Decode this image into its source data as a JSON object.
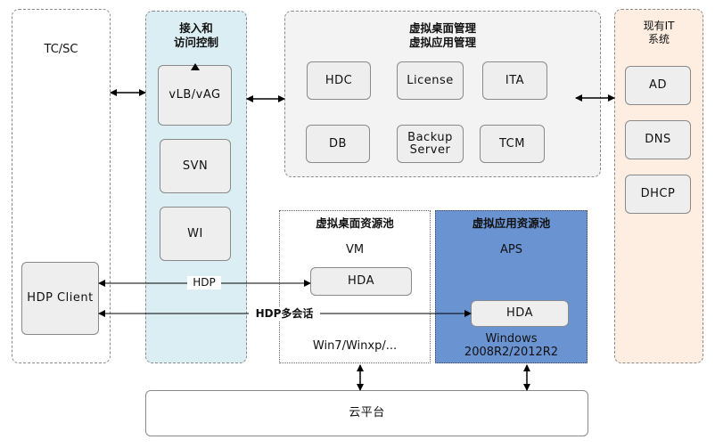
{
  "tc": {
    "title": "TC/SC",
    "client": "HDP Client"
  },
  "access": {
    "title_line1": "接入和",
    "title_line2": "访问控制",
    "items": [
      "vLB/vAG",
      "SVN",
      "WI"
    ]
  },
  "mgmt": {
    "title_line1": "虚拟桌面管理",
    "title_line2": "虚拟应用管理",
    "items": [
      "HDC",
      "License",
      "ITA",
      "DB",
      "Backup\nServer",
      "TCM"
    ]
  },
  "it": {
    "title_line1": "现有IT",
    "title_line2": "系统",
    "items": [
      "AD",
      "DNS",
      "DHCP"
    ]
  },
  "desktop_pool": {
    "title": "虚拟桌面资源池",
    "vm": "VM",
    "hda": "HDA",
    "os": "Win7/Winxp/..."
  },
  "app_pool": {
    "title": "虚拟应用资源池",
    "aps": "APS",
    "hda": "HDA",
    "os_line1": "Windows",
    "os_line2": "2008R2/2012R2"
  },
  "cloud": {
    "label": "云平台"
  },
  "links": {
    "hdp": "HDP",
    "hdp_multi": "HDP多会话"
  },
  "colors": {
    "access_bg": "#dbeef3",
    "mgmt_bg": "#f3f3f3",
    "it_bg": "#fdeee1",
    "app_pool_bg": "#6a93d2",
    "box_bg": "#eeeeee"
  }
}
